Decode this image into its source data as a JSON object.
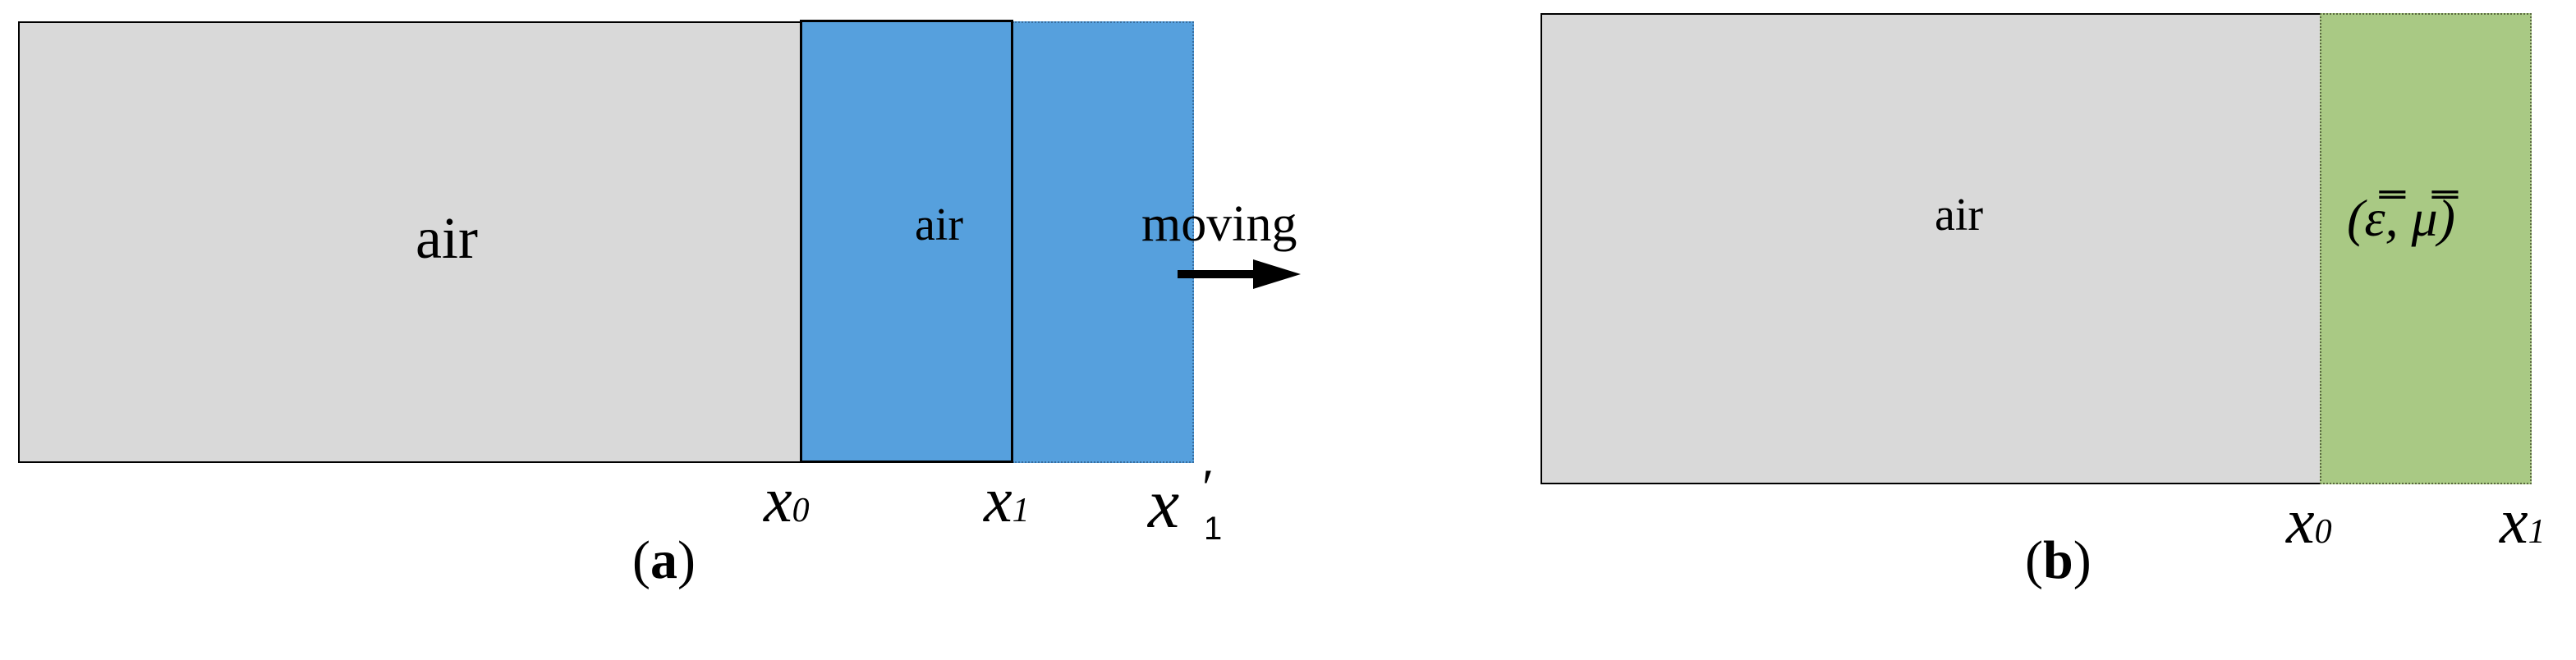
{
  "panel_a": {
    "air_left": "air",
    "air_slab": "air",
    "moving_label": "moving",
    "x0_base": "x",
    "x0_sub": "0",
    "x1_base": "x",
    "x1_sub": "1",
    "x1p_base": "x",
    "x1p_prime": "′",
    "x1p_sub": "1",
    "caption_open": "(",
    "caption_letter": "a",
    "caption_close": ")",
    "colors": {
      "air_region": "#d9d9d9",
      "moving_slab": "#56a0dd",
      "arrow": "#000000"
    }
  },
  "panel_b": {
    "air_left": "air",
    "material_label": "(ε̿, μ̿)",
    "x0_base": "x",
    "x0_sub": "0",
    "x1_base": "x",
    "x1_sub": "1",
    "caption_open": "(",
    "caption_letter": "b",
    "caption_close": ")",
    "colors": {
      "air_region": "#d9d9d9",
      "material_region": "#a9c984"
    }
  }
}
